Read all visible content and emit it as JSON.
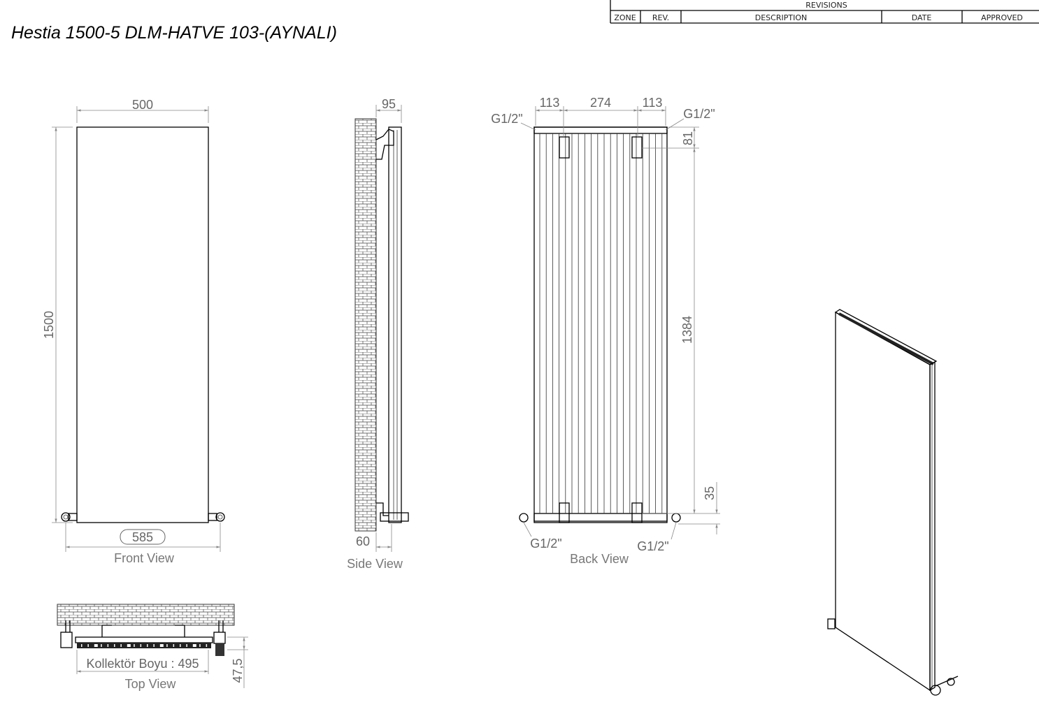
{
  "title": "Hestia 1500-5 DLM-HATVE 103-(AYNALI)",
  "revisions": {
    "header": "REVISIONS",
    "columns": [
      "ZONE",
      "REV.",
      "DESCRIPTION",
      "DATE",
      "APPROVED"
    ]
  },
  "front_view": {
    "label": "Front View",
    "width": "500",
    "height": "1500",
    "valve_span": "585"
  },
  "side_view": {
    "label": "Side View",
    "depth": "95",
    "wall_offset": "60"
  },
  "back_view": {
    "label": "Back View",
    "dim_left": "113",
    "dim_middle": "274",
    "dim_right": "113",
    "dim_top": "81",
    "dim_center": "1384",
    "dim_bottom": "35",
    "conn_top_left": "G1/2\"",
    "conn_top_right": "G1/2\"",
    "conn_bottom_left": "G1/2\"",
    "conn_bottom_right": "G1/2\""
  },
  "top_view": {
    "label": "Top View",
    "collector": "Kollektör Boyu : 495",
    "depth": "47,5"
  }
}
